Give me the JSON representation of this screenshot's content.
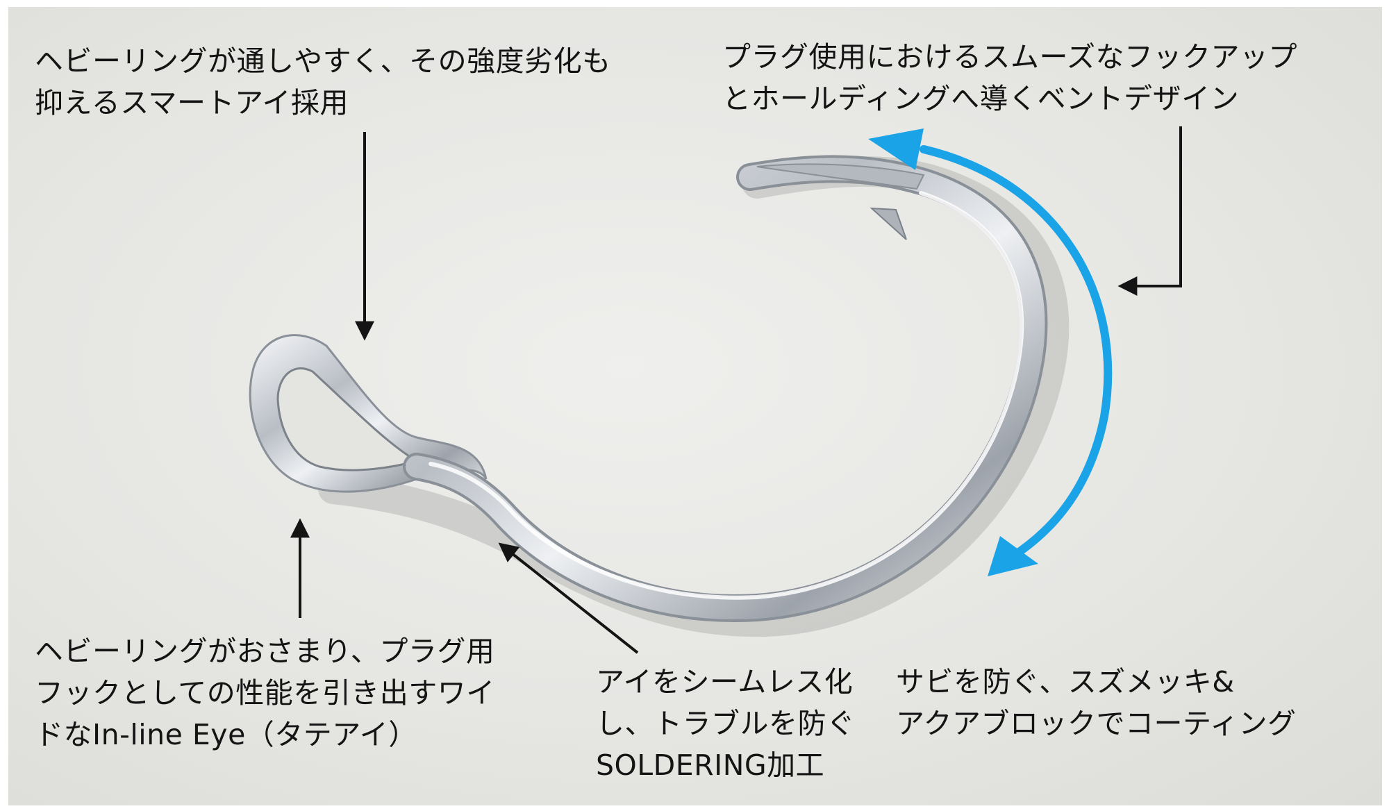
{
  "captions": {
    "smart_eye": "ヘビーリングが通しやすく、その強度劣化も\n抑えるスマートアイ採用",
    "bend_design": "プラグ使用におけるスムーズなフックアップ\nとホールディングへ導くベントデザイン",
    "inline_eye": "ヘビーリングがおさまり、プラグ用\nフックとしての性能を引き出すワイ\nドなIn-line Eye（タテアイ）",
    "soldering": "アイをシームレス化\nし、トラブルを防ぐ\nSOLDERING加工",
    "coating": "サビを防ぐ、スズメッキ&\nアクアブロックでコーティング"
  },
  "colors": {
    "background": "#e8e8e5",
    "text": "#141414",
    "arrow_accent": "#1aa3e6",
    "pointer_arrow": "#141414",
    "hook_metal": "#c9cdd2"
  }
}
